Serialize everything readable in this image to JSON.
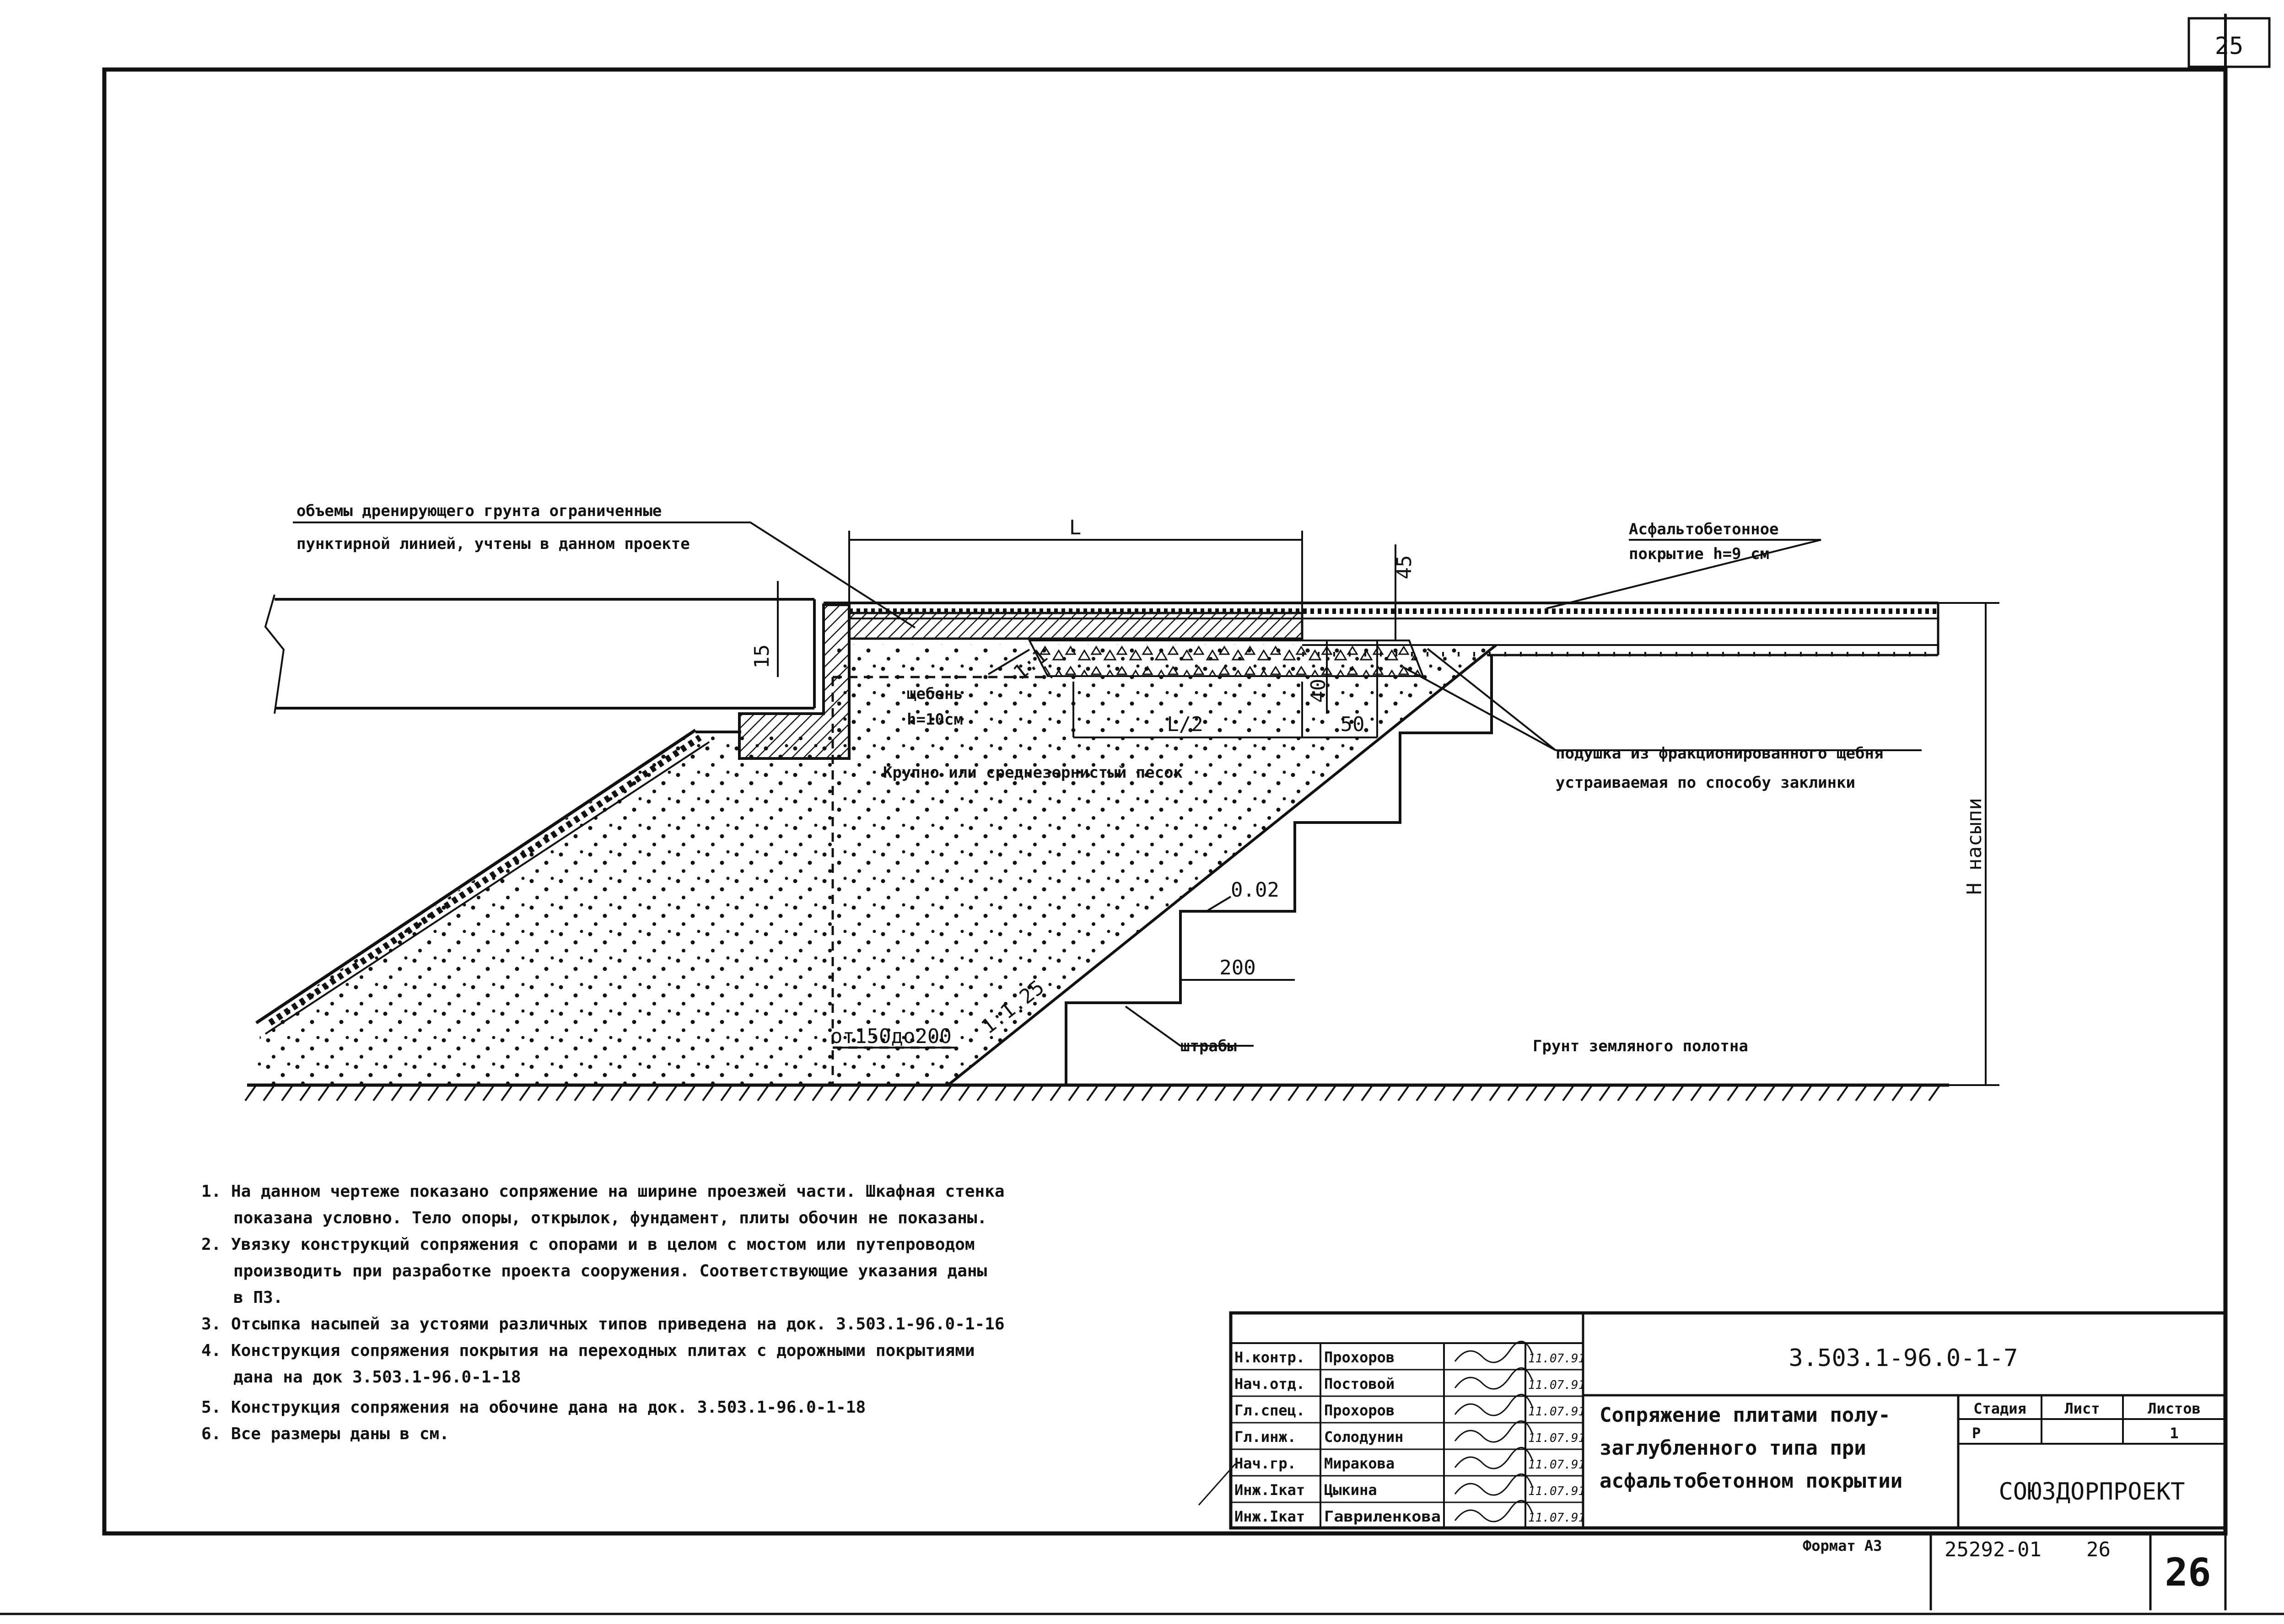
{
  "sheet": {
    "corner_number": "25",
    "bottom_page_number": "26",
    "format_label": "Формат А3",
    "archive_number": "25292-01",
    "archive_sheet": "26"
  },
  "drawing": {
    "label_drainage_line1": "объемы дренирующего грунта ограниченные",
    "label_drainage_line2": "пунктирной линией, учтены в данном проекте",
    "label_asphalt_line1": "Асфальтобетонное",
    "label_asphalt_line2": "покрытие h=9 см",
    "label_gravel_line1": "щебень",
    "label_gravel_line2": "h=10см",
    "label_sand": "Крупно или среднезернистый песок",
    "label_cushion_line1": "подушка из фракционированного щебня",
    "label_cushion_line2": "устраиваемая по способу заклинки",
    "label_embankment_height": "Н насыпи",
    "label_steps": "штрабы",
    "label_subgrade": "Грунт земляного полотна",
    "dim_L": "L",
    "dim_half_L": "L/2",
    "dim_45": "45",
    "dim_15": "15",
    "dim_40": "40",
    "dim_50": "50",
    "dim_200": "200",
    "dim_from_to": "от150до200",
    "slope_1_1": "1:1",
    "slope_0_02": "0.02",
    "slope_1_125": "1:1.25"
  },
  "notes": [
    "1. На данном чертеже показано сопряжение на ширине проезжей части. Шкафная стенка",
    "показана условно. Тело опоры, открылок, фундамент, плиты обочин не показаны.",
    "2. Увязку конструкций сопряжения с опорами и в целом с мостом или путепроводом",
    "производить при разработке проекта сооружения. Соответствующие указания даны",
    "в ПЗ.",
    "3. Отсыпка насыпей за устоями различных типов приведена на   док. 3.503.1-96.0-1-16",
    "4. Конструкция сопряжения покрытия на переходных плитах с дорожными покрытиями",
    "дана на   док 3.503.1-96.0-1-18",
    "5. Конструкция сопряжения на обочине дана на   док. 3.503.1-96.0-1-18",
    "6. Все размеры даны в см."
  ],
  "title_block": {
    "doc_code": "3.503.1-96.0-1-7",
    "title_line1": "Сопряжение плитами полу-",
    "title_line2": "заглубленного типа при",
    "title_line3": "асфальтобетонном покрытии",
    "stage_header": "Стадия",
    "sheet_header": "Лист",
    "sheets_header": "Листов",
    "stage_value": "Р",
    "sheets_value": "1",
    "organization": "СОЮЗДОРПРОЕКТ",
    "signers": [
      {
        "role": "Н.контр.",
        "name": "Прохоров",
        "date": "11.07.91"
      },
      {
        "role": "Нач.отд.",
        "name": "Постовой",
        "date": "11.07.91"
      },
      {
        "role": "Гл.спец.",
        "name": "Прохоров",
        "date": "11.07.91"
      },
      {
        "role": "Гл.инж.",
        "name": "Солодунин",
        "date": "11.07.91"
      },
      {
        "role": "Нач.гр.",
        "name": "Миракова",
        "date": "11.07.91"
      },
      {
        "role": "Инж.Iкат",
        "name": "Цыкина",
        "date": "11.07.91"
      },
      {
        "role": "Инж.Iкат",
        "name": "Гавриленкова",
        "date": "11.07.91"
      }
    ]
  }
}
